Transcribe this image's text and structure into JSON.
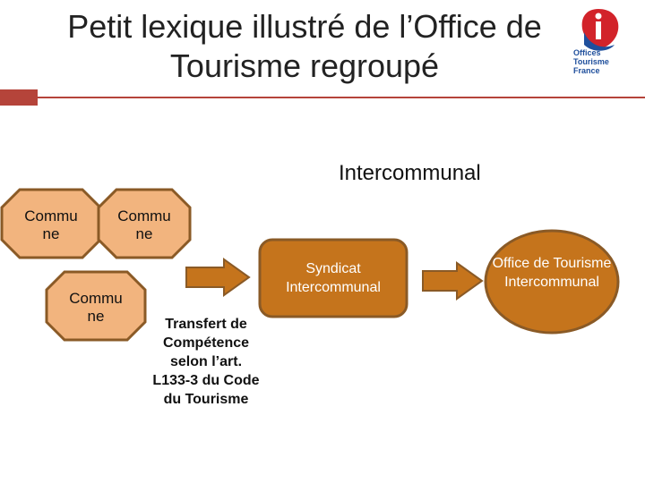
{
  "title": "Petit lexique illustré de l’Office de Tourisme regroupé",
  "logo": {
    "lines": [
      "Offices",
      "Tourisme",
      "France"
    ]
  },
  "heading": "Intercommunal",
  "communes": [
    "Commu ne",
    "Commu ne",
    "Commu ne"
  ],
  "syndicat": "Syndicat Intercommunal",
  "office": "Office de Tourisme Intercommunal",
  "transfer": "Transfert de Compétence selon l’art. L133-3 du Code du Tourisme",
  "colors": {
    "accent": "#b5443a",
    "hex_fill": "#f2b47e",
    "hex_stroke": "#8a5a26",
    "box_fill": "#c5741c",
    "logo_blue": "#1f4f9c",
    "logo_red": "#d2232a"
  }
}
